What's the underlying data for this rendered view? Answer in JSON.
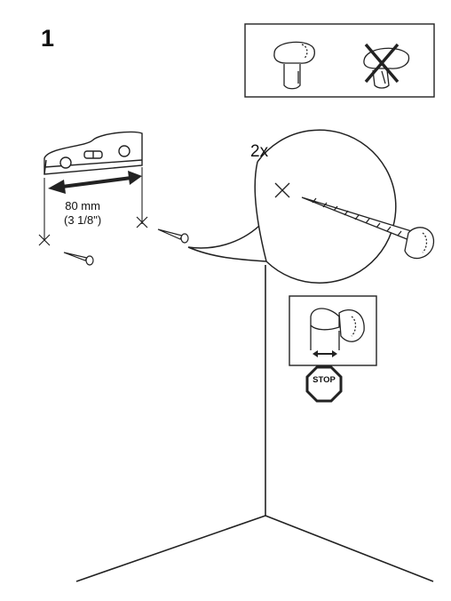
{
  "step": {
    "number": "1"
  },
  "measurement": {
    "metric": "80 mm",
    "imperial": "(3 1/8\")"
  },
  "quantity": {
    "label": "2x"
  },
  "stop_sign": {
    "label": "STOP"
  },
  "icons": {
    "correct": "knob-correct-icon",
    "incorrect": "knob-incorrect-icon",
    "level": "spirit-level-icon",
    "screw": "screw-icon",
    "wall": "wall-corner-icon"
  }
}
